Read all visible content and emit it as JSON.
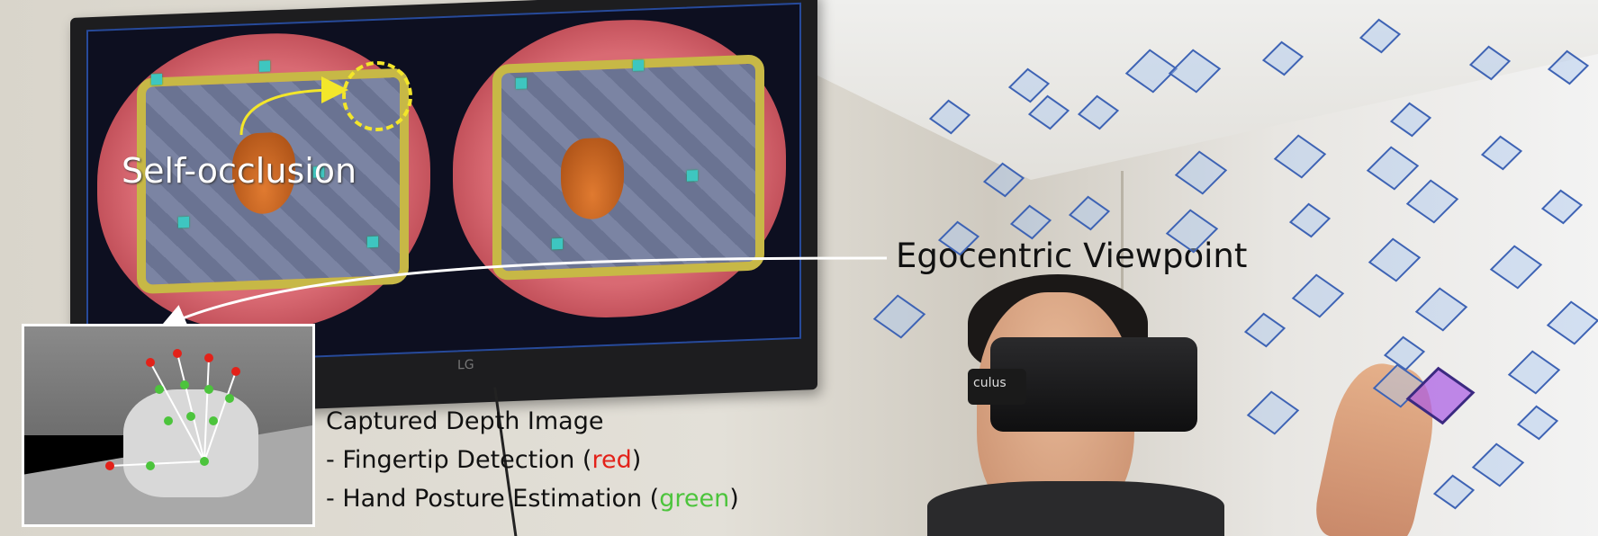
{
  "labels": {
    "self_occlusion": "Self-occlusion",
    "egocentric": "Egocentric Viewpoint",
    "caption_title": "Captured Depth Image",
    "caption_line1_prefix": "- Fingertip Detection (",
    "caption_line1_color": "red",
    "caption_line1_suffix": ")",
    "caption_line2_prefix": "- Hand Posture Estimation (",
    "caption_line2_color": "green",
    "caption_line2_suffix": ")",
    "headset_brand": "culus",
    "tv_brand": "LG"
  },
  "colors": {
    "highlight_circle": "#f3e62a",
    "fingertip": "#e32119",
    "posture": "#4cc43c",
    "virtual_cube": "#3e63b4"
  }
}
